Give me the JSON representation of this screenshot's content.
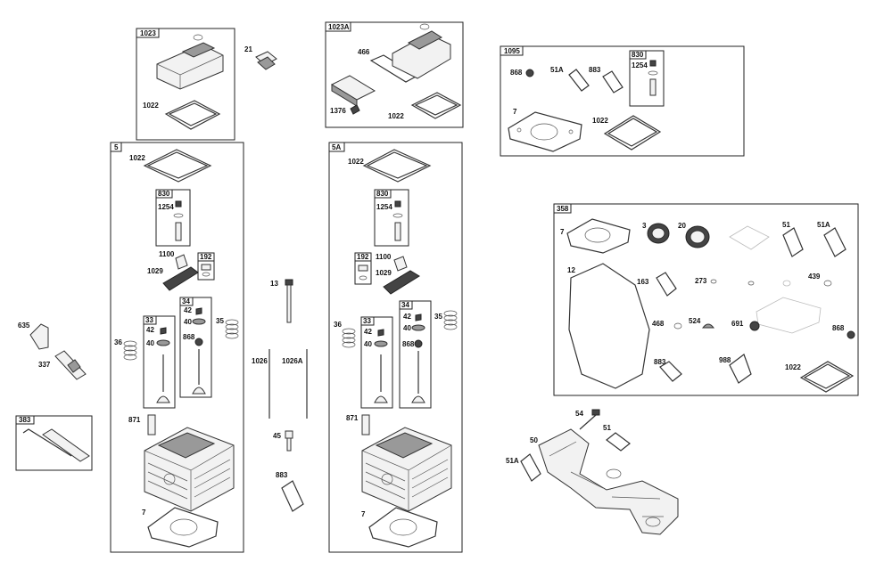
{
  "boxes": {
    "b1023": "1023",
    "b1023a": "1023A",
    "b1095": "1095",
    "b5": "5",
    "b5a": "5A",
    "b358": "358",
    "b383": "383",
    "b830_1095": "830",
    "b830_5": "830",
    "b830_5a": "830",
    "b192_5": "192",
    "b192_5a": "192",
    "b33_5": "33",
    "b34_5": "34",
    "b33_5a": "33",
    "b34_5a": "34"
  },
  "labels": {
    "p21": "21",
    "p1022_1023": "1022",
    "p466": "466",
    "p1376": "1376",
    "p1022_1023a": "1022",
    "p868_1095": "868",
    "p51a_1095": "51A",
    "p883_1095": "883",
    "p1254_1095": "1254",
    "p7_1095": "7",
    "p1022_1095": "1022",
    "p1022_5": "1022",
    "p1254_5": "1254",
    "p1100_5": "1100",
    "p1029_5": "1029",
    "p36_5": "36",
    "p42_33_5": "42",
    "p40_33_5": "40",
    "p42_34_5": "42",
    "p40_34_5": "40",
    "p868_5": "868",
    "p35_5": "35",
    "p871_5": "871",
    "p7_5": "7",
    "p1022_5a": "1022",
    "p1254_5a": "1254",
    "p1100_5a": "1100",
    "p1029_5a": "1029",
    "p36_5a": "36",
    "p42_33_5a": "42",
    "p40_33_5a": "40",
    "p42_34_5a": "42",
    "p40_34_5a": "40",
    "p868_5a": "868",
    "p35_5a": "35",
    "p871_5a": "871",
    "p7_5a": "7",
    "p13": "13",
    "p1026": "1026",
    "p1026a": "1026A",
    "p45": "45",
    "p883_mid": "883",
    "p635": "635",
    "p337": "337",
    "p7_358": "7",
    "p3": "3",
    "p20": "20",
    "p51_358": "51",
    "p51a_358": "51A",
    "p12": "12",
    "p163": "163",
    "p273": "273",
    "p439": "439",
    "p468": "468",
    "p524": "524",
    "p691": "691",
    "p868_358": "868",
    "p883_358": "883",
    "p988": "988",
    "p1022_358": "1022",
    "p54": "54",
    "p51_manifold": "51",
    "p50": "50",
    "p51a_manifold": "51A"
  }
}
